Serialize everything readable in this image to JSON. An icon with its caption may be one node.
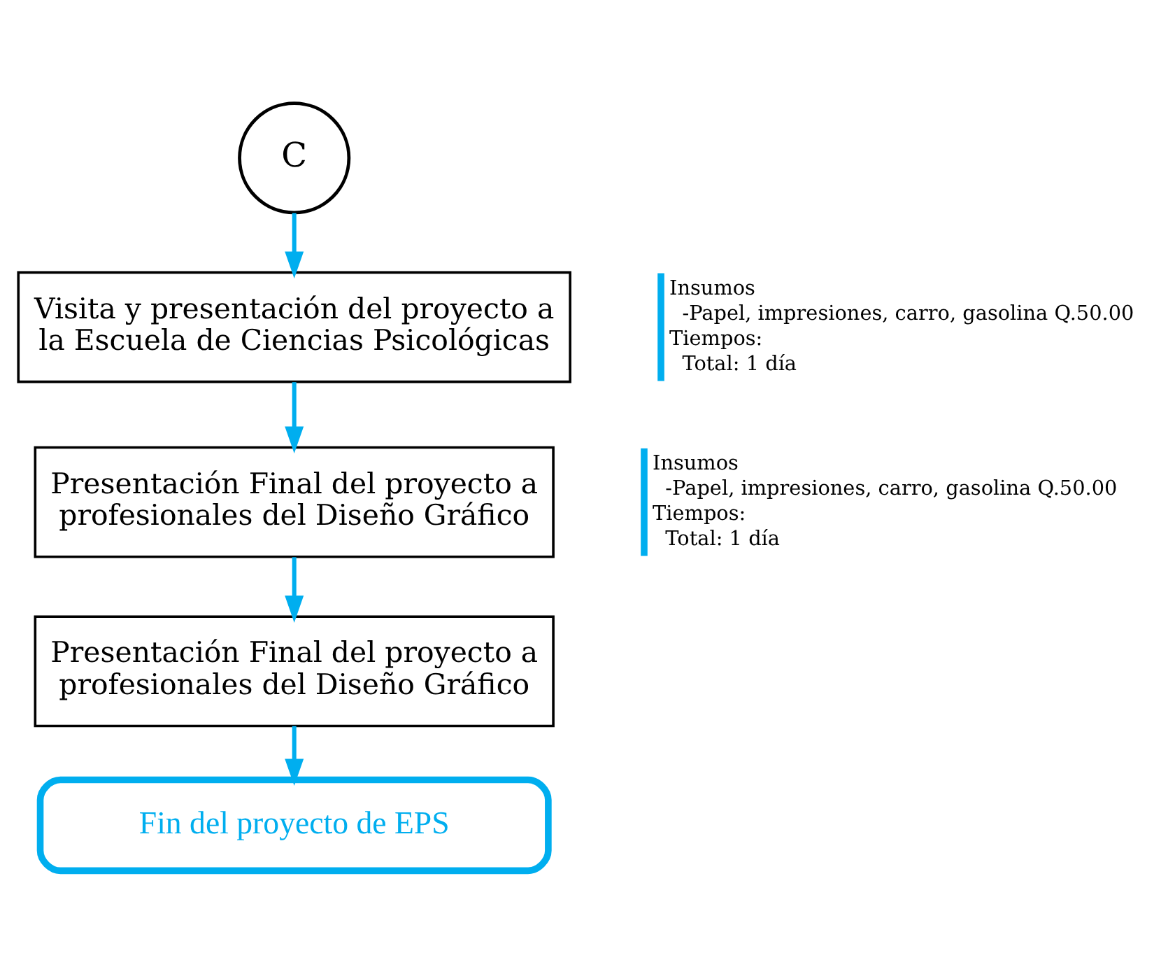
{
  "diagram": {
    "nodes": [
      {
        "text": [
          "C"
        ]
      },
      {
        "text": [
          "Visita y presentación del proyecto a la Escuela de Ciencias Psicológicas"
        ],
        "beside": [
          "Insumos",
          "-Papel, impresiones, carro, gasolina Q.50.00",
          "Tiempos:",
          "Total: 1 día"
        ]
      },
      {
        "text": [
          "Presentación Final del proyecto a profesionales del Diseño Gráfico"
        ],
        "beside": [
          "Insumos",
          "-Papel, impresiones, carro, gasolina Q.50.00",
          "Tiempos:",
          "Total: 1 día"
        ]
      },
      {
        "text": [
          "Presentación Final del proyecto a profesionales del Diseño Gráfico"
        ]
      },
      {
        "text": [
          "Fin del proyecto de EPS"
        ]
      }
    ],
    "edges": [
      {
        "from": 0,
        "to": 1,
        "arrow": "to"
      },
      {
        "from": 1,
        "to": 2,
        "arrow": "to"
      },
      {
        "from": 2,
        "to": 3,
        "arrow": "to"
      },
      {
        "from": 3,
        "to": 4,
        "arrow": "to"
      }
    ]
  }
}
